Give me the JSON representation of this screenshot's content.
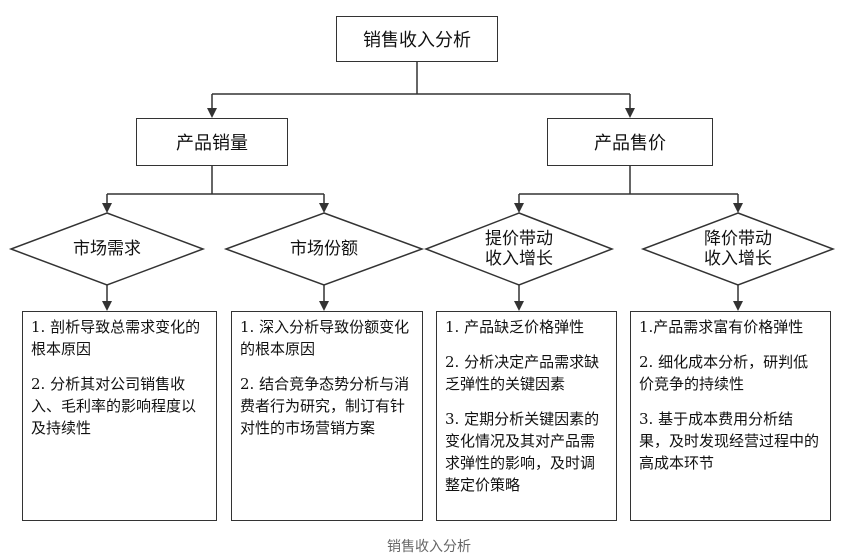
{
  "root": {
    "label": "销售收入分析"
  },
  "branches": [
    {
      "label": "产品销量"
    },
    {
      "label": "产品售价"
    }
  ],
  "factors": [
    {
      "label": "市场需求"
    },
    {
      "label": "市场份额"
    },
    {
      "label": "提价带动\n收入增长"
    },
    {
      "label": "降价带动\n收入增长"
    }
  ],
  "details": [
    {
      "items": [
        "1. 剖析导致总需求变化的根本原因",
        "2. 分析其对公司销售收入、毛利率的影响程度以及持续性"
      ]
    },
    {
      "items": [
        "1. 深入分析导致份额变化的根本原因",
        "2. 结合竞争态势分析与消费者行为研究，制订有针对性的市场营销方案"
      ]
    },
    {
      "items": [
        "1. 产品缺乏价格弹性",
        "2. 分析决定产品需求缺乏弹性的关键因素",
        "3. 定期分析关键因素的变化情况及其对产品需求弹性的影响，及时调整定价策略"
      ]
    },
    {
      "items": [
        "1.产品需求富有价格弹性",
        "2. 细化成本分析，研判低价竞争的持续性",
        "3. 基于成本费用分析结果，及时发现经营过程中的高成本环节"
      ]
    }
  ],
  "caption": "销售收入分析"
}
